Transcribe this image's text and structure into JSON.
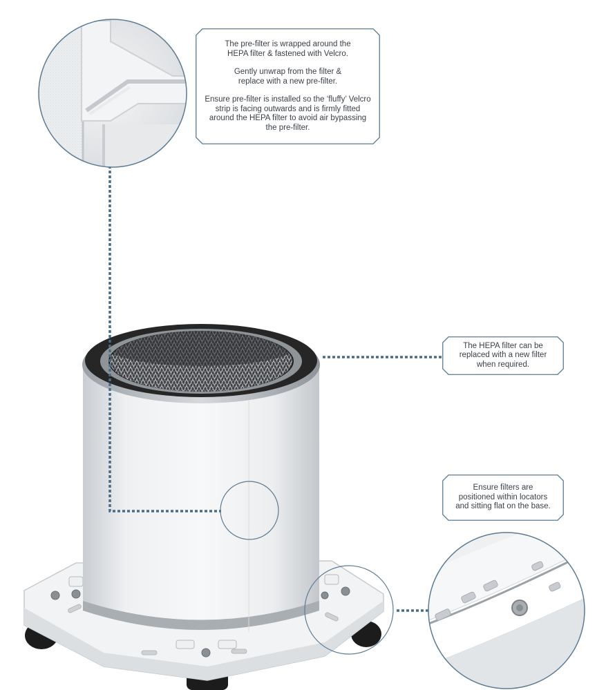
{
  "callouts": {
    "prefilter": {
      "lines": [
        "The pre-filter is wrapped around the\nHEPA filter & fastened with Velcro.",
        "Gently unwrap from the filter &\nreplace with a new pre-filter.",
        "Ensure pre-filter is installed so the ‘fluffy’ Velcro\nstrip is facing outwards and is firmly fitted\naround the HEPA filter to avoid air bypassing\nthe pre-filter."
      ]
    },
    "hepa": {
      "text": "The HEPA filter can be\nreplaced with a new filter\nwhen required."
    },
    "locators": {
      "text": "Ensure filters are\npositioned within locators\nand sitting flat on the base."
    }
  },
  "colors": {
    "leader": "#4a6b86",
    "callout_border": "#5b7a93",
    "text": "#3a3f47",
    "filter_body": "#eef0f2",
    "gasket": "#2a2a2a",
    "base_plate": "#f4f4f4"
  }
}
